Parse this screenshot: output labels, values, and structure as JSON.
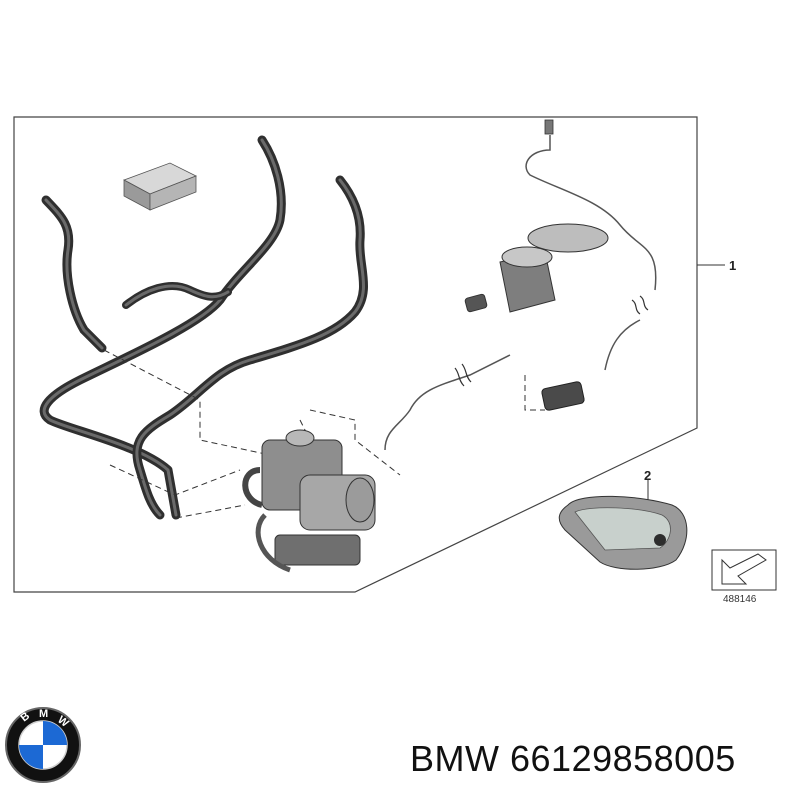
{
  "callouts": {
    "one": "1",
    "two": "2"
  },
  "reference_number": "488146",
  "caption": {
    "brand": "BMW",
    "part_number": "66129858005"
  },
  "logo_letters": "BMW",
  "colors": {
    "outline": "#333333",
    "hose": "#2f2f2f",
    "logo_blue": "#1c69d4",
    "logo_black": "#111111"
  },
  "icons": [
    "fuel-module-icon",
    "hose-icon",
    "heater-unit-icon",
    "remote-key-icon",
    "box-icon",
    "view-direction-icon"
  ]
}
